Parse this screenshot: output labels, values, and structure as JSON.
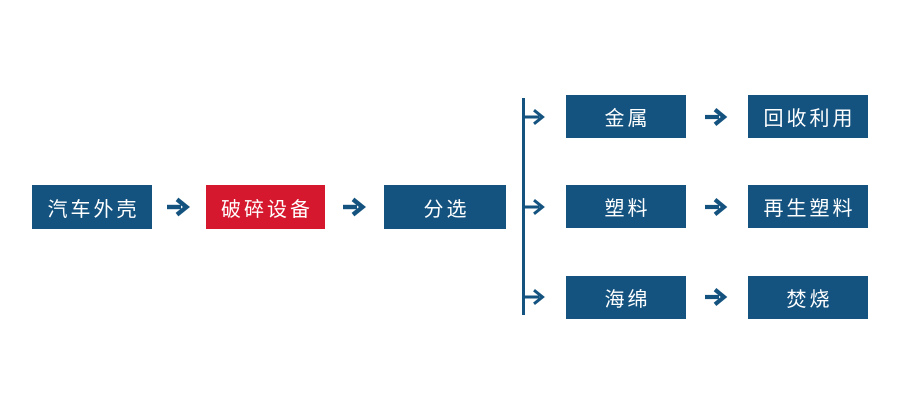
{
  "colors": {
    "node_blue": "#14537f",
    "highlight_red": "#d5182d",
    "connector_blue": "#14537f",
    "node_text": "#ffffff",
    "background": "#ffffff"
  },
  "main": [
    {
      "label": "汽车外壳",
      "variant": "blue"
    },
    {
      "label": "破碎设备",
      "variant": "red"
    },
    {
      "label": "分选",
      "variant": "blue"
    }
  ],
  "branches": [
    {
      "material": "金属",
      "disposal": "回收利用"
    },
    {
      "material": "塑料",
      "disposal": "再生塑料"
    },
    {
      "material": "海绵",
      "disposal": "焚烧"
    }
  ]
}
